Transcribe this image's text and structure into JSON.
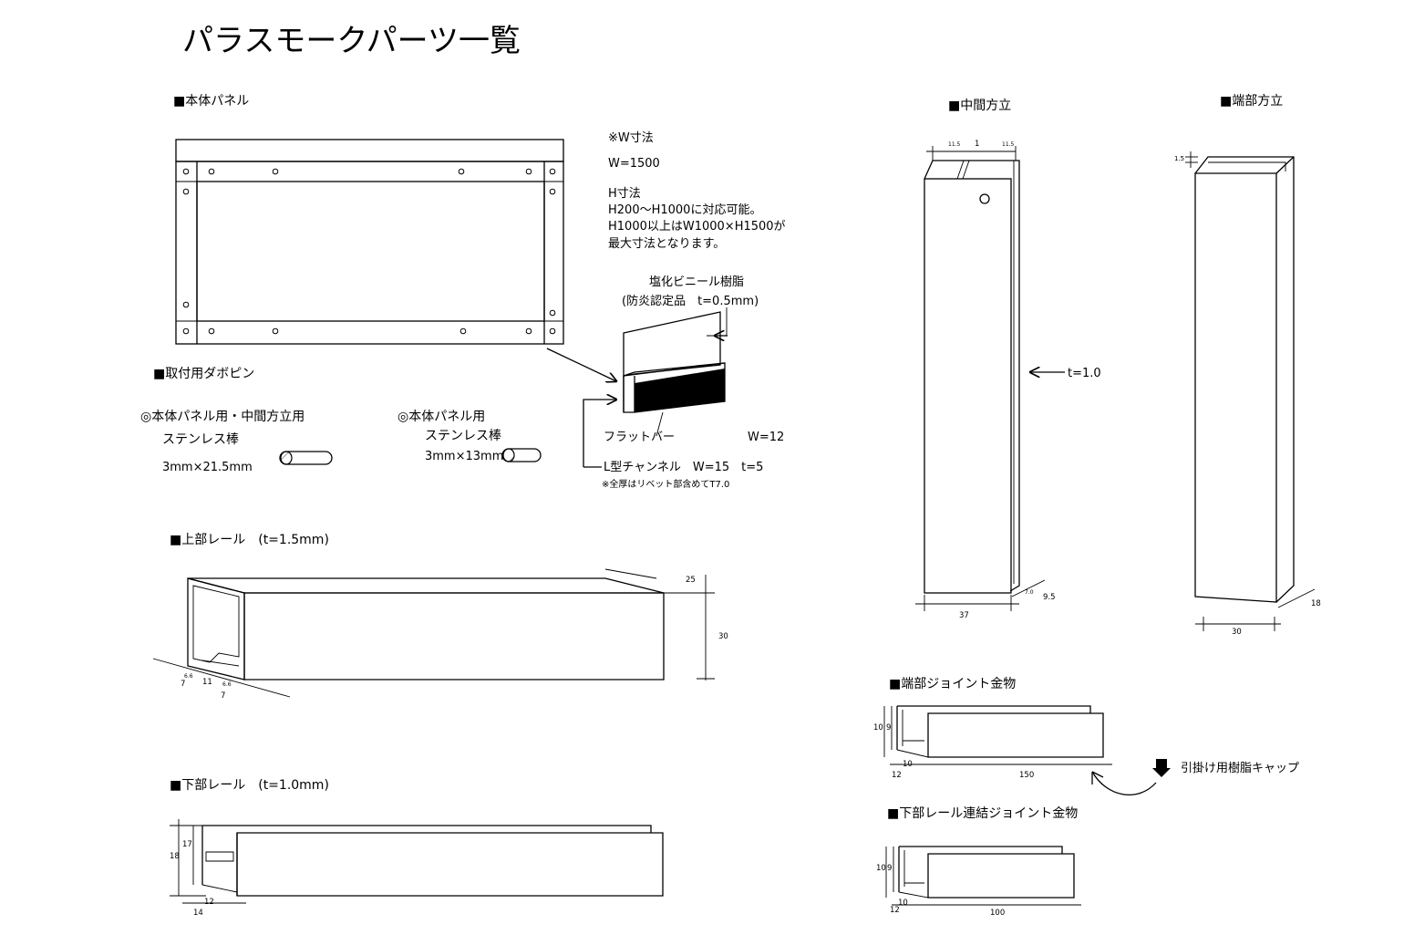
{
  "title": "パラスモークパーツ一覧",
  "sections": {
    "main_panel": "■本体パネル",
    "dowel_pins": "■取付用ダボピン",
    "top_rail": "■上部レール　(t=1.5mm)",
    "bottom_rail": "■下部レール　(t=1.0mm)",
    "middle_post": "■中間方立",
    "end_post": "■端部方立",
    "end_joint": "■端部ジョイント金物",
    "bottom_joint": "■下部レール連結ジョイント金物"
  },
  "panel_notes": {
    "w_heading": "※W寸法",
    "w_value": "W=1500",
    "h_heading": "H寸法",
    "h_line1": "H200～H1000に対応可能。",
    "h_line2": "H1000以上はW1000×H1500が",
    "h_line3": "最大寸法となります。"
  },
  "detail": {
    "pvc_line1": "塩化ビニール樹脂",
    "pvc_line2": "(防炎認定品　t=0.5mm)",
    "flat_bar": "フラットバー",
    "flat_bar_w": "W=12",
    "l_channel": "L型チャンネル　W=15　t=5",
    "rivet_note": "※全厚はリベット部含めてT7.0"
  },
  "pins": {
    "pin1_line1": "◎本体パネル用・中間方立用",
    "pin1_line2": "ステンレス棒",
    "pin1_size": "3mm×21.5mm",
    "pin2_line1": "◎本体パネル用",
    "pin2_line2": "ステンレス棒",
    "pin2_size": "3mm×13mm"
  },
  "dims": {
    "top_rail": {
      "d25": "25",
      "d30": "30",
      "d66a": "6.6",
      "d7a": "7",
      "d11": "11",
      "d66b": "6.6",
      "d7b": "7"
    },
    "bottom_rail": {
      "d17": "17",
      "d18": "18",
      "d12": "12",
      "d14": "14"
    },
    "middle_post": {
      "d115a": "11.5",
      "d1": "1",
      "d115b": "11.5",
      "thickness": "t=1.0",
      "d37": "37",
      "d70": "7.0",
      "d95": "9.5"
    },
    "end_post": {
      "d15": "1.5",
      "d18": "18",
      "d30": "30"
    },
    "end_joint": {
      "d10": "10",
      "d9": "9",
      "d10b": "10",
      "d12": "12",
      "d150": "150"
    },
    "bottom_joint": {
      "d10": "10",
      "d9": "9",
      "d10b": "10",
      "d12": "12",
      "d100": "100"
    }
  },
  "cap_label": "引掛け用樹脂キャップ"
}
